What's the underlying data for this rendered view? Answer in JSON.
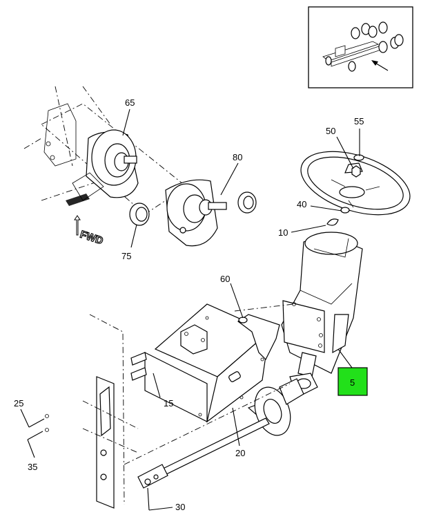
{
  "callouts": [
    {
      "id": "c65",
      "text": "65"
    },
    {
      "id": "c80",
      "text": "80"
    },
    {
      "id": "c75",
      "text": "75"
    },
    {
      "id": "c55",
      "text": "55"
    },
    {
      "id": "c50",
      "text": "50"
    },
    {
      "id": "c40",
      "text": "40"
    },
    {
      "id": "c10",
      "text": "10"
    },
    {
      "id": "c60",
      "text": "60"
    },
    {
      "id": "c5",
      "text": "5"
    },
    {
      "id": "c15",
      "text": "15"
    },
    {
      "id": "c25",
      "text": "25"
    },
    {
      "id": "c35",
      "text": "35"
    },
    {
      "id": "c20",
      "text": "20"
    },
    {
      "id": "c30",
      "text": "30"
    }
  ],
  "fwd_label": "FWD",
  "colors": {
    "highlight": "#22e01a",
    "ink": "#000000"
  }
}
